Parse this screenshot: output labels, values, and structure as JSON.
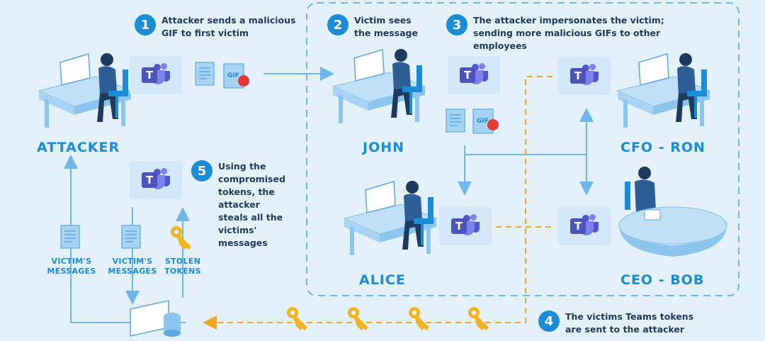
{
  "labels": {
    "attacker": "ATTACKER",
    "john": "JOHN",
    "alice": "ALICE",
    "cfo": "CFO - RON",
    "ceo": "CEO - BOB"
  },
  "steps": [
    {
      "number": "1",
      "text": "Attacker sends a malicious GIF to first victim"
    },
    {
      "number": "2",
      "text": "Victim sees the message"
    },
    {
      "number": "3",
      "text": "The attacker impersonates the victim; sending more malicious GIFs to other employees"
    },
    {
      "number": "4",
      "text": "The victims Teams tokens are sent to the attacker"
    },
    {
      "number": "5",
      "text": "Using the compromised tokens, the attacker steals all the victims' messages"
    }
  ],
  "small_labels": {
    "victims_messages_1": "VICTIM'S MESSAGES",
    "victims_messages_2": "VICTIM'S MESSAGES",
    "stolen_tokens": "STOLEN TOKENS"
  },
  "teams_letter": "T",
  "gif_text": "GIF",
  "colors": {
    "background": "#e4f1fb",
    "accent_blue": "#1a8cd8",
    "dashed_orange": "#f5a623",
    "key_yellow": "#f3b31d",
    "teams_purple": "#4b53bc"
  }
}
